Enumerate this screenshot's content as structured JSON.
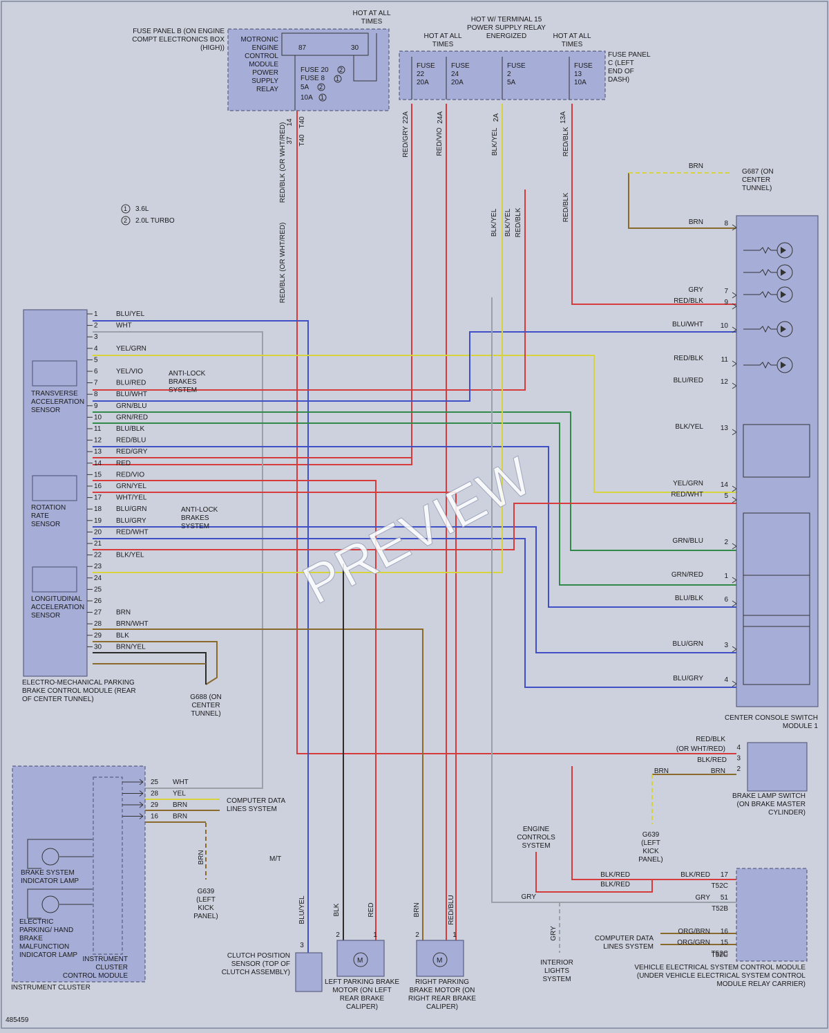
{
  "diagram_id": "485459",
  "watermark": "PREVIEW",
  "legend": [
    {
      "mark": "1",
      "text": "3.6L"
    },
    {
      "mark": "2",
      "text": "2.0L TURBO"
    }
  ],
  "components": {
    "fuse_panel_b": "FUSE PANEL B (ON ENGINE COMPT ELECTRONICS BOX (HIGH))",
    "motronic_relay": "MOTRONIC ENGINE CONTROL MODULE POWER SUPPLY RELAY",
    "relay_pins": [
      "87",
      "30"
    ],
    "fuse20": "FUSE 20",
    "fuse8": "FUSE 8",
    "fuse_b_a": "5A",
    "fuse_b_b": "10A",
    "hot_all_times": "HOT AT ALL TIMES",
    "hot_terminal15": "HOT W/ TERMINAL 15 POWER SUPPLY RELAY ENERGIZED",
    "fuse_panel_c": "FUSE PANEL C (LEFT END OF DASH)",
    "fuses_c": [
      {
        "name": "FUSE",
        "num": "22",
        "amp": "20A",
        "pin": "22A"
      },
      {
        "name": "FUSE",
        "num": "24",
        "amp": "20A",
        "pin": "24A"
      },
      {
        "name": "FUSE",
        "num": "2",
        "amp": "5A",
        "pin": "2A"
      },
      {
        "name": "FUSE",
        "num": "13",
        "amp": "10A",
        "pin": "13A"
      }
    ],
    "epb_module": "ELECTRO-MECHANICAL PARKING BRAKE CONTROL MODULE (REAR OF CENTER TUNNEL)",
    "transverse_sensor": "TRANSVERSE ACCELERATION SENSOR",
    "rotation_sensor": "ROTATION RATE SENSOR",
    "long_sensor": "LONGITUDINAL ACCELERATION SENSOR",
    "abs_system": "ANTI-LOCK BRAKES SYSTEM",
    "abs_system2": "ANTI-LOCK BRAKES SYSTEM",
    "console_switch": "CENTER CONSOLE SWITCH MODULE 1",
    "g687": "G687 (ON CENTER TUNNEL)",
    "g688": "G688 (ON CENTER TUNNEL)",
    "g639a": "G639 (LEFT KICK PANEL)",
    "g639b": "G639 (LEFT KICK PANEL)",
    "instrument_cluster": "INSTRUMENT CLUSTER",
    "ic_module": "INSTRUMENT CLUSTER CONTROL MODULE",
    "brake_lamp": "BRAKE SYSTEM INDICATOR LAMP",
    "epb_lamp": "ELECTRIC PARKING/ HAND BRAKE MALFUNCTION INDICATOR LAMP",
    "computer_data": "COMPUTER DATA LINES SYSTEM",
    "computer_data2": "COMPUTER DATA LINES SYSTEM",
    "clutch_sensor": "CLUTCH POSITION SENSOR (TOP OF CLUTCH ASSEMBLY)",
    "left_motor": "LEFT PARKING BRAKE MOTOR (ON LEFT REAR BRAKE CALIPER)",
    "right_motor": "RIGHT PARKING BRAKE MOTOR (ON RIGHT REAR BRAKE CALIPER)",
    "brake_lamp_switch": "BRAKE LAMP SWITCH (ON BRAKE MASTER CYLINDER)",
    "engine_controls": "ENGINE CONTROLS SYSTEM",
    "interior_lights": "INTERIOR LIGHTS SYSTEM",
    "vesc": "VEHICLE ELECTRICAL SYSTEM CONTROL MODULE (UNDER VEHICLE ELECTRICAL SYSTEM CONTROL MODULE RELAY CARRIER)",
    "mt": "M/T",
    "motor_symbol": "M"
  },
  "epb_pins": [
    {
      "n": "1",
      "w": "BLU/YEL"
    },
    {
      "n": "2",
      "w": "WHT"
    },
    {
      "n": "3",
      "w": ""
    },
    {
      "n": "4",
      "w": "YEL/GRN"
    },
    {
      "n": "5",
      "w": ""
    },
    {
      "n": "6",
      "w": "YEL/VIO"
    },
    {
      "n": "7",
      "w": "BLU/RED"
    },
    {
      "n": "8",
      "w": "BLU/WHT"
    },
    {
      "n": "9",
      "w": "GRN/BLU"
    },
    {
      "n": "10",
      "w": "GRN/RED"
    },
    {
      "n": "11",
      "w": "BLU/BLK"
    },
    {
      "n": "12",
      "w": "RED/BLU"
    },
    {
      "n": "13",
      "w": "RED/GRY"
    },
    {
      "n": "14",
      "w": "RED"
    },
    {
      "n": "15",
      "w": "RED/VIO"
    },
    {
      "n": "16",
      "w": "GRN/YEL"
    },
    {
      "n": "17",
      "w": "WHT/YEL"
    },
    {
      "n": "18",
      "w": "BLU/GRN"
    },
    {
      "n": "19",
      "w": "BLU/GRY"
    },
    {
      "n": "20",
      "w": "RED/WHT"
    },
    {
      "n": "21",
      "w": ""
    },
    {
      "n": "22",
      "w": "BLK/YEL"
    },
    {
      "n": "23",
      "w": ""
    },
    {
      "n": "24",
      "w": ""
    },
    {
      "n": "25",
      "w": ""
    },
    {
      "n": "26",
      "w": ""
    },
    {
      "n": "27",
      "w": "BRN"
    },
    {
      "n": "28",
      "w": "BRN/WHT"
    },
    {
      "n": "29",
      "w": "BLK"
    },
    {
      "n": "30",
      "w": "BRN/YEL"
    }
  ],
  "console_pins": [
    {
      "n": "8",
      "w": "BRN"
    },
    {
      "n": "7",
      "w": "GRY"
    },
    {
      "n": "9",
      "w": "RED/BLK"
    },
    {
      "n": "10",
      "w": "BLU/WHT"
    },
    {
      "n": "11",
      "w": "RED/BLK"
    },
    {
      "n": "12",
      "w": "BLU/RED"
    },
    {
      "n": "13",
      "w": "BLK/YEL"
    },
    {
      "n": "14",
      "w": "YEL/GRN"
    },
    {
      "n": "5",
      "w": "RED/WHT"
    },
    {
      "n": "2",
      "w": "GRN/BLU"
    },
    {
      "n": "1",
      "w": "GRN/RED"
    },
    {
      "n": "6",
      "w": "BLU/BLK"
    },
    {
      "n": "3",
      "w": "BLU/GRN"
    },
    {
      "n": "4",
      "w": "BLU/GRY"
    }
  ],
  "ic_pins": [
    {
      "n": "25",
      "w": "WHT"
    },
    {
      "n": "28",
      "w": "YEL"
    },
    {
      "n": "29",
      "w": "BRN"
    },
    {
      "n": "16",
      "w": "BRN"
    }
  ],
  "brake_switch_pins": [
    {
      "n": "4",
      "w": "RED/BLK (OR WHT/RED)"
    },
    {
      "n": "3",
      "w": "BLK/RED"
    },
    {
      "n": "2",
      "w": "BRN"
    }
  ],
  "vesc_pins": [
    {
      "n": "17",
      "w": "BLK/RED",
      "c": "T52C"
    },
    {
      "n": "51",
      "w": "GRY",
      "c": "T52B"
    },
    {
      "n": "16",
      "w": "ORG/BRN",
      "c": ""
    },
    {
      "n": "15",
      "w": "ORG/GRN",
      "c": "T52C"
    }
  ],
  "vertical_labels": {
    "redgry": "RED/GRY",
    "redvio": "RED/VIO",
    "blkyel": "BLK/YEL",
    "redblk": "RED/BLK",
    "redblk_or": "RED/BLK (OR WHT/RED)",
    "blkyel2": "BLK/YEL",
    "blkyel3": "BLK/YEL",
    "redblk2": "RED/BLK",
    "redblk3": "RED/BLK",
    "redblk_or2": "RED/BLK (OR WHT/RED)",
    "blu_yel": "BLU/YEL",
    "blk": "BLK",
    "red": "RED",
    "brn": "BRN",
    "redblu": "RED/BLU",
    "brn_g639": "BRN",
    "gry_int": "GRY",
    "pin14": "14",
    "pin37": "37",
    "t40a": "T40",
    "t40b": "T40"
  },
  "misc_labels": {
    "brn_g687": "BRN",
    "brn_bls": "BRN",
    "gry_bottom": "GRY",
    "blkred_a": "BLK/RED",
    "blkred_b": "BLK/RED",
    "clutch_pin": "3",
    "m2a": "2",
    "m1a": "1",
    "m2b": "2",
    "m1b": "1"
  },
  "colors": {
    "red": "#d63a3a",
    "blue": "#3f4fc6",
    "yellow": "#d6d43a",
    "green": "#2f8a4a",
    "brown": "#8a6a2a",
    "gray": "#9aa0a8",
    "black": "#2b2b2b",
    "wire_bg": "#c8cdd9"
  }
}
